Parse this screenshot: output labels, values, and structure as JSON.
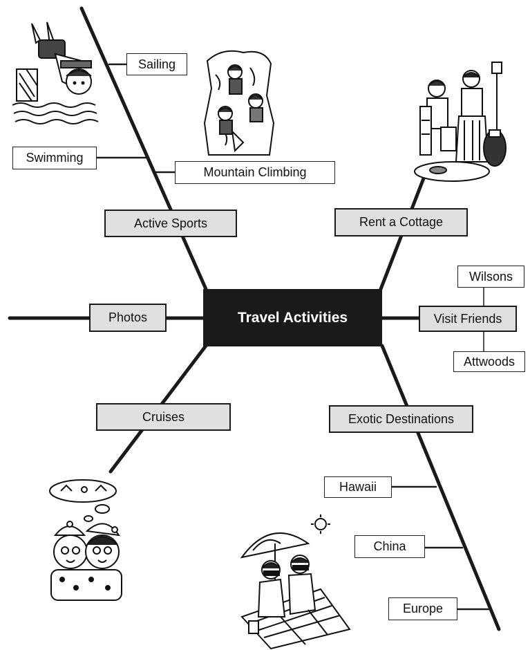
{
  "diagram": {
    "center": "Travel Activities",
    "categories": {
      "active_sports": "Active Sports",
      "rent_cottage": "Rent a Cottage",
      "photos": "Photos",
      "visit_friends": "Visit Friends",
      "cruises": "Cruises",
      "exotic_destinations": "Exotic Destinations"
    },
    "leaves": {
      "sailing": "Sailing",
      "swimming": "Swimming",
      "mountain_climbing": "Mountain Climbing",
      "wilsons": "Wilsons",
      "attwoods": "Attwoods",
      "hawaii": "Hawaii",
      "china": "China",
      "europe": "Europe"
    },
    "illustrations": [
      "diving-swimmer-illustration",
      "climbers-illustration",
      "cottage-couple-illustration",
      "cruise-couple-illustration",
      "beach-couple-illustration"
    ]
  }
}
